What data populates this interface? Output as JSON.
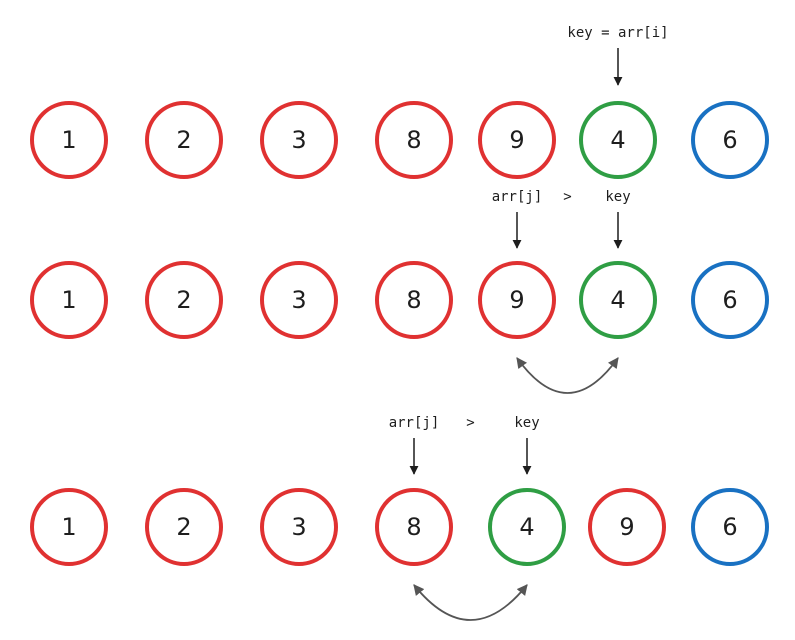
{
  "colors": {
    "sorted": "#e03131",
    "key": "#2f9e44",
    "unsorted": "#1971c2",
    "arrow": "#1e1e1e",
    "swap": "#555555"
  },
  "rows": [
    {
      "values": [
        "1",
        "2",
        "3",
        "8",
        "9",
        "4",
        "6"
      ],
      "roles": [
        "sorted",
        "sorted",
        "sorted",
        "sorted",
        "sorted",
        "key",
        "unsorted"
      ],
      "labels": [
        {
          "text": "key = arr[i]",
          "target": 5,
          "arrow": true
        }
      ],
      "swap": null
    },
    {
      "values": [
        "1",
        "2",
        "3",
        "8",
        "9",
        "4",
        "6"
      ],
      "roles": [
        "sorted",
        "sorted",
        "sorted",
        "sorted",
        "sorted",
        "key",
        "unsorted"
      ],
      "labels": [
        {
          "text": "arr[j]",
          "target": 4,
          "arrow": true
        },
        {
          "text": ">",
          "between": [
            4,
            5
          ],
          "arrow": false
        },
        {
          "text": "key",
          "target": 5,
          "arrow": true
        }
      ],
      "swap": [
        4,
        5
      ]
    },
    {
      "values": [
        "1",
        "2",
        "3",
        "8",
        "4",
        "9",
        "6"
      ],
      "roles": [
        "sorted",
        "sorted",
        "sorted",
        "sorted",
        "key",
        "sorted",
        "unsorted"
      ],
      "labels": [
        {
          "text": "arr[j]",
          "target": 3,
          "arrow": true
        },
        {
          "text": ">",
          "between": [
            3,
            4
          ],
          "arrow": false
        },
        {
          "text": "key",
          "target": 4,
          "arrow": true
        }
      ],
      "swap": [
        3,
        4
      ]
    }
  ]
}
